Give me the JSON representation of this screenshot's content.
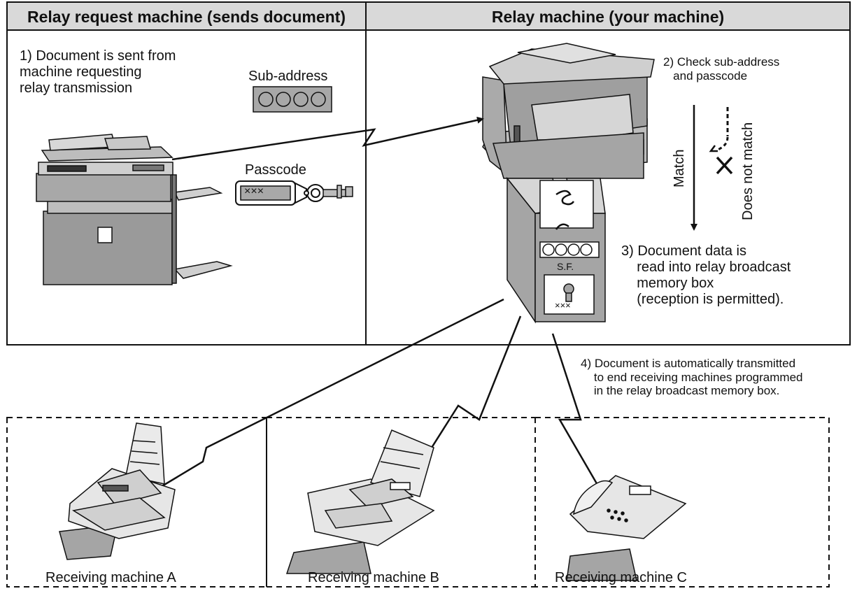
{
  "headers": {
    "left": "Relay request machine (sends document)",
    "right": "Relay machine (your machine)"
  },
  "steps": {
    "step1": "1) Document is sent from\nmachine requesting\nrelay transmission",
    "step2": "2) Check sub-address\n   and passcode",
    "step3": "3) Document data is\n    read into relay broadcast\n    memory box\n    (reception is permitted).",
    "step4": "4) Document is automatically transmitted\n    to end receiving machines programmed\n    in the relay broadcast memory box."
  },
  "labels": {
    "sub_address": "Sub-address",
    "passcode": "Passcode",
    "match": "Match",
    "does_not_match": "Does not match",
    "sf": "S.F.",
    "passcode_mask": "×××",
    "passcode_mask_box": "×××"
  },
  "receivers": [
    {
      "label": "Receiving machine A"
    },
    {
      "label": "Receiving machine B"
    },
    {
      "label": "Receiving machine C"
    }
  ]
}
